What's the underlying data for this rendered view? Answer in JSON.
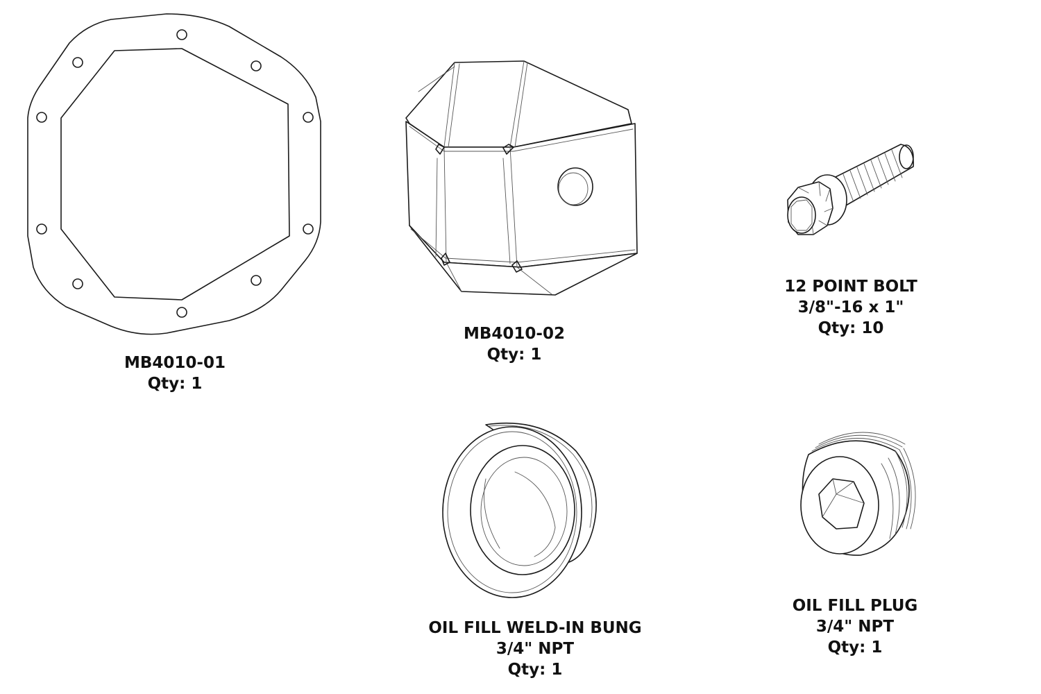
{
  "colors": {
    "background": "#ffffff",
    "line": "#1a1a1a",
    "text": "#111111"
  },
  "parts": [
    {
      "id": "cover-gasket",
      "icon": "differential-cover-plate-icon",
      "lines": [
        "MB4010-01",
        "Qty: 1"
      ]
    },
    {
      "id": "diff-cover",
      "icon": "differential-cover-shell-icon",
      "lines": [
        "MB4010-02",
        "Qty: 1"
      ]
    },
    {
      "id": "bolt",
      "icon": "twelve-point-bolt-icon",
      "lines": [
        "12 POINT BOLT",
        "3/8\"-16 x 1\"",
        "Qty: 10"
      ]
    },
    {
      "id": "bung",
      "icon": "weld-in-bung-icon",
      "lines": [
        "OIL FILL WELD-IN BUNG",
        "3/4\" NPT",
        "Qty: 1"
      ]
    },
    {
      "id": "plug",
      "icon": "oil-fill-plug-icon",
      "lines": [
        "OIL FILL PLUG",
        "3/4\" NPT",
        "Qty: 1"
      ]
    }
  ]
}
